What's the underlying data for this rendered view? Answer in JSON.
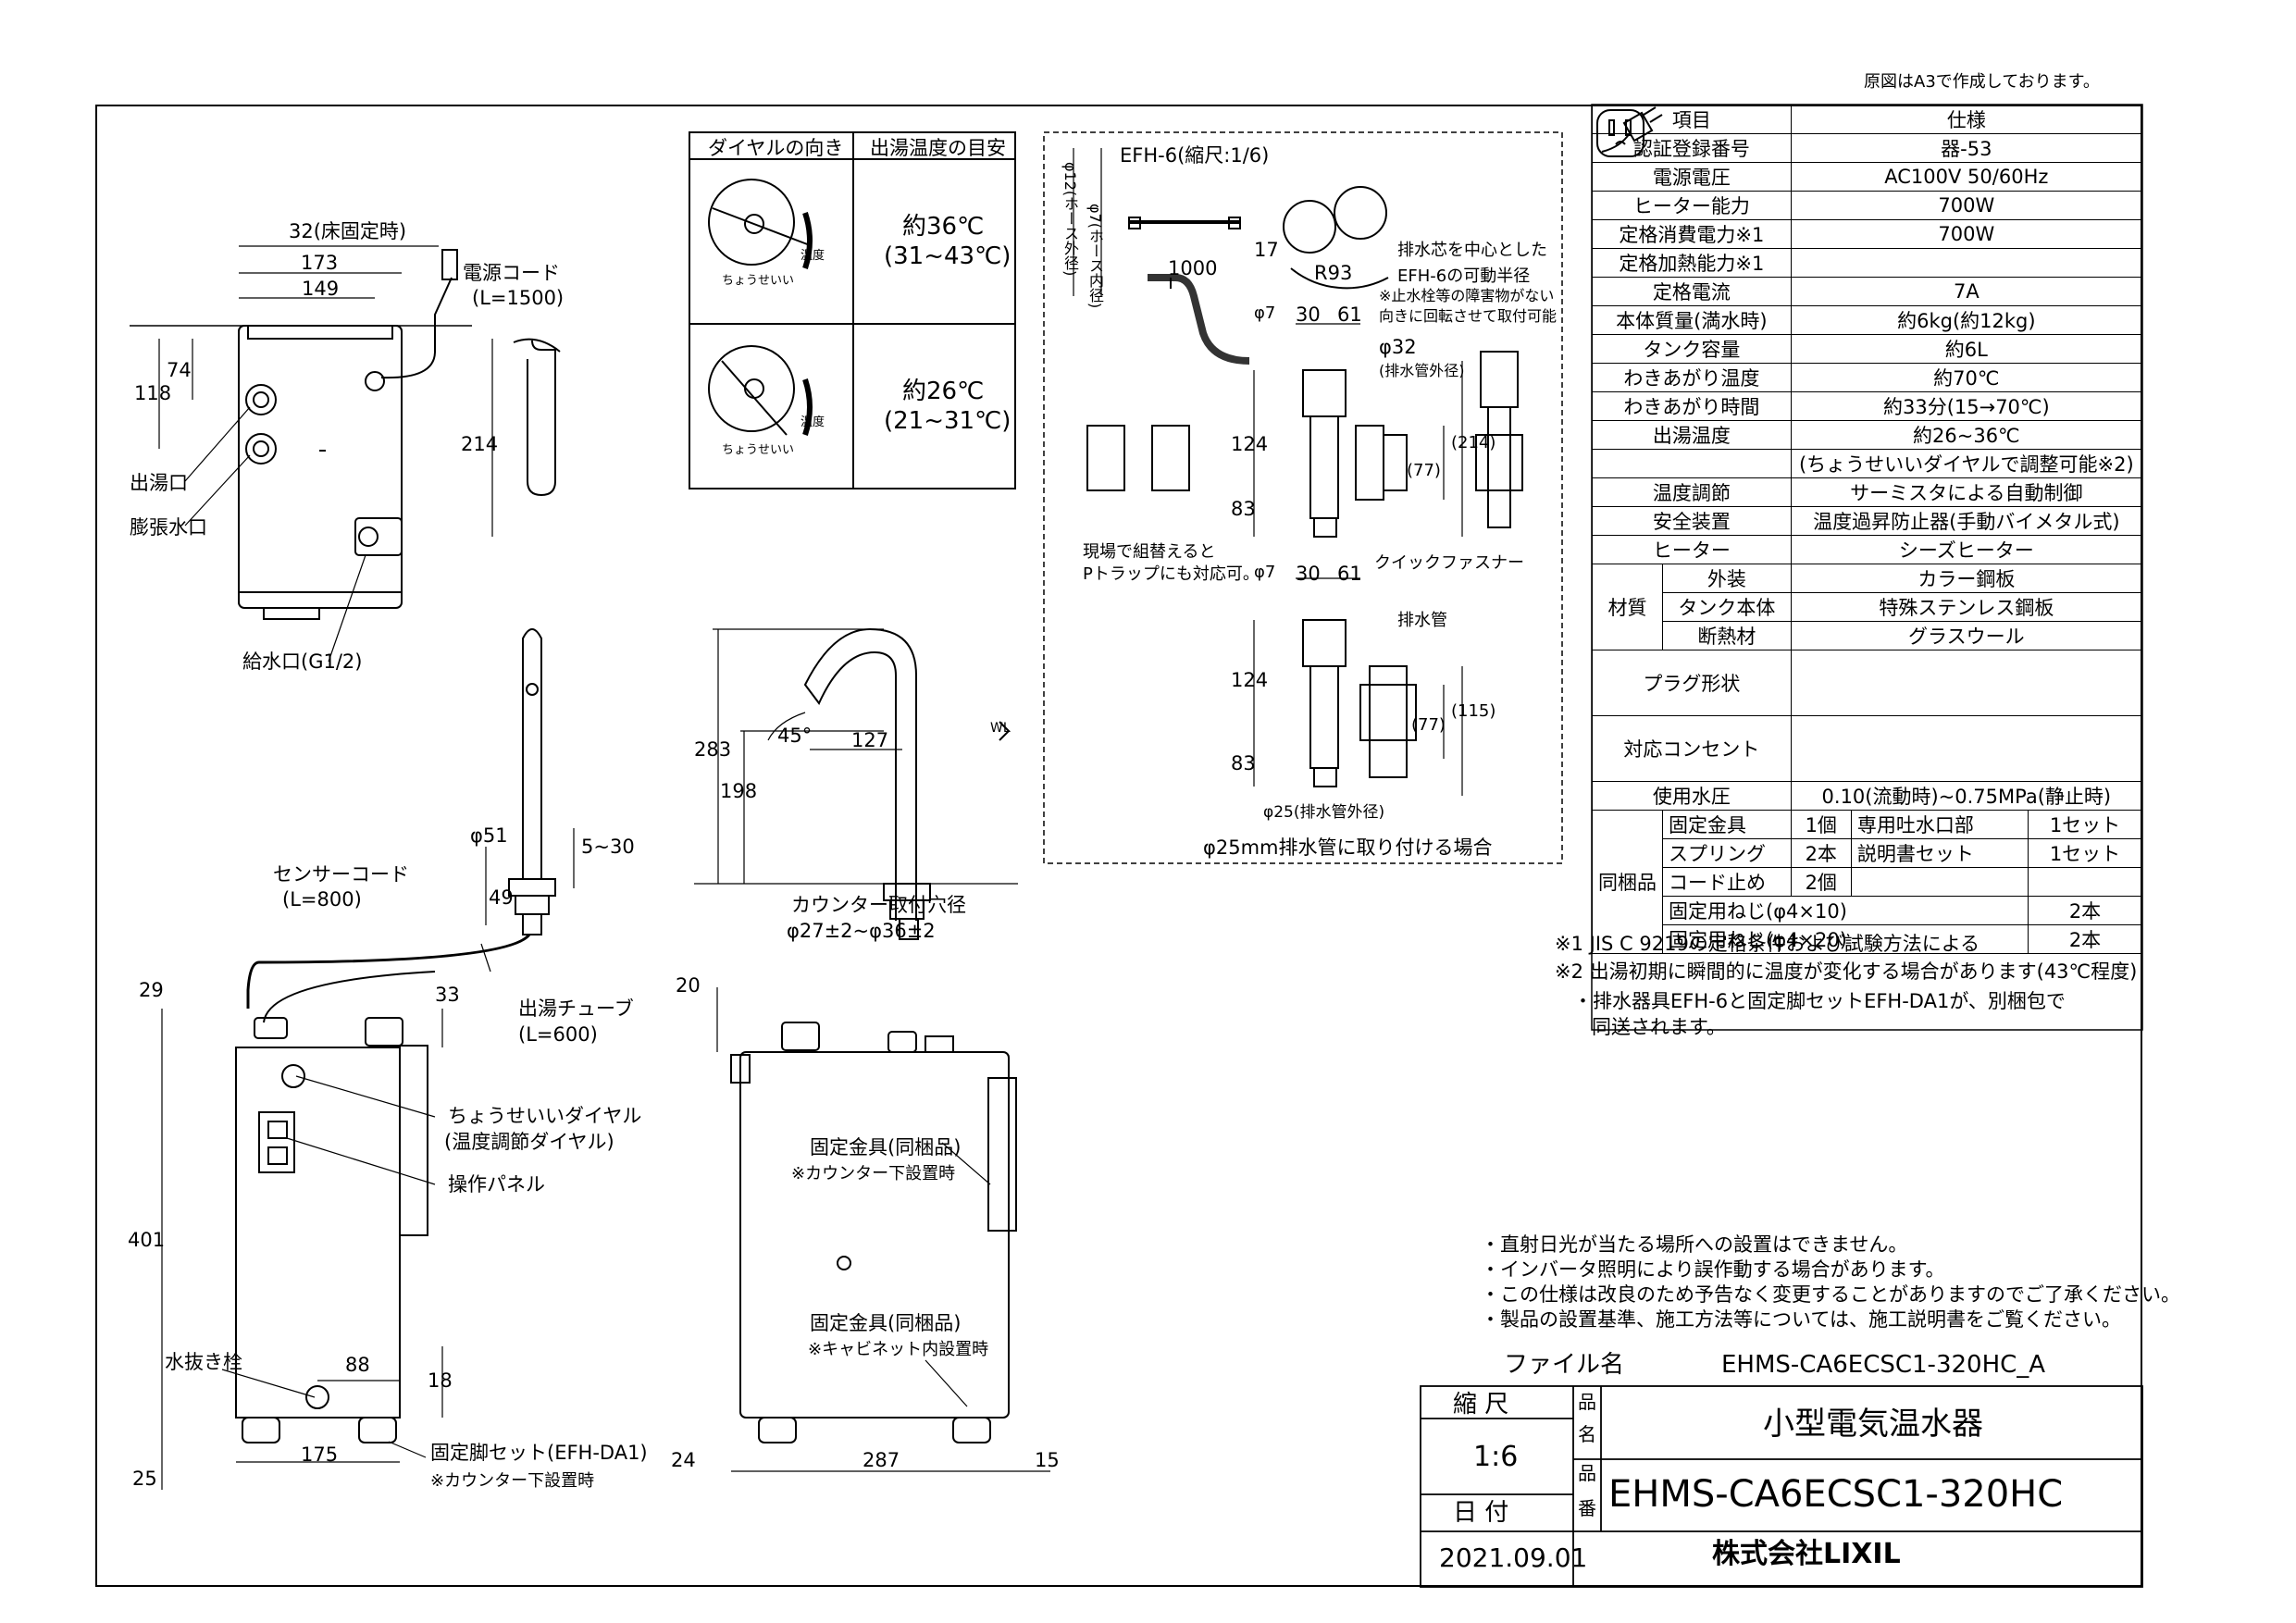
{
  "header_note": "原図はA3で作成しております。",
  "dial_table": {
    "head_dial": "ダイヤルの向き",
    "head_temp": "出湯温度の目安",
    "row1_temp": "約36℃",
    "row1_range": "(31~43℃)",
    "row2_temp": "約26℃",
    "row2_range": "(21~31℃)",
    "dial_label": "温度",
    "dial_marks": "ちょうせいい",
    "dial_marks2": "ちょうせいい"
  },
  "left_view": {
    "dim_32": "32(床固定時)",
    "dim_173": "173",
    "dim_149": "149",
    "dim_118": "118",
    "dim_74": "74",
    "dim_214": "214",
    "power_cord": "電源コード",
    "power_cord_len": "(L=1500)",
    "outlet": "出湯口",
    "expansion": "膨張水口",
    "inlet": "給水口(G1/2)"
  },
  "faucet_left": {
    "dim_51": "φ51",
    "dim_5_30": "5~30",
    "dim_49": "49",
    "sensor_cord": "センサーコード",
    "sensor_cord_len": "(L=800)",
    "dim_29": "29",
    "dim_33": "33",
    "hot_tube": "出湯チューブ",
    "hot_tube_len": "(L=600)",
    "dial_label": "ちょうせいいダイヤル",
    "dial_label2": "(温度調節ダイヤル)",
    "panel": "操作パネル",
    "dim_401": "401",
    "drain_cock": "水抜き栓",
    "dim_88": "88",
    "dim_18": "18",
    "dim_175": "175",
    "dim_25": "25",
    "foot_set": "固定脚セット(EFH-DA1)",
    "foot_note": "※カウンター下設置時"
  },
  "faucet_right": {
    "dim_283": "283",
    "dim_198": "198",
    "dim_45": "45°",
    "dim_127": "127",
    "wl": "WL",
    "hole": "カウンター取付穴径",
    "hole_dim": "φ27±2~φ36±2",
    "dim_20": "20",
    "bracket1": "固定金具(同梱品)",
    "bracket1_note": "※カウンター下設置時",
    "bracket2": "固定金具(同梱品)",
    "bracket2_note": "※キャビネット内設置時",
    "dim_24": "24",
    "dim_287": "287",
    "dim_15": "15"
  },
  "drain_detail": {
    "title": "EFH-6(縮尺:1/6)",
    "hose_outer": "φ12(ホース外径)",
    "hose_inner": "φ7(ホース内径)",
    "dim_17": "17",
    "dim_r93": "R93",
    "note1": "排水芯を中心とした",
    "note2": "EFH-6の可動半径",
    "note3": "※止水栓等の障害物がない",
    "note4": "向きに回転させて取付可能",
    "dim_1000": "1000",
    "dim_phi7": "φ7",
    "dim_30": "30",
    "dim_61": "61",
    "dim_32": "φ32",
    "drain_outer": "(排水管外径)",
    "dim_124": "124",
    "dim_83": "83",
    "dim_77": "(77)",
    "dim_214": "(214)",
    "quick": "クイックファスナー",
    "field1": "現場で組替えると",
    "field2": "Pトラップにも対応可。",
    "dim_phi7b": "φ7",
    "dim_30b": "30",
    "dim_61b": "61",
    "drain_pipe": "排水管",
    "dim_124b": "124",
    "dim_83b": "83",
    "dim_77b": "(77)",
    "dim_115": "(115)",
    "dim_25": "φ25(排水管外径)",
    "caption": "φ25mm排水管に取り付ける場合"
  },
  "spec": {
    "rows": [
      {
        "k": "項目",
        "v": "仕様"
      },
      {
        "k": "認証登録番号",
        "v": "器-53"
      },
      {
        "k": "電源電圧",
        "v": "AC100V 50/60Hz"
      },
      {
        "k": "ヒーター能力",
        "v": "700W"
      },
      {
        "k": "定格消費電力※1",
        "v": "700W"
      },
      {
        "k": "定格加熱能力※1",
        "v": ""
      },
      {
        "k": "定格電流",
        "v": "7A"
      },
      {
        "k": "本体質量(満水時)",
        "v": "約6kg(約12kg)"
      },
      {
        "k": "タンク容量",
        "v": "約6L"
      },
      {
        "k": "わきあがり温度",
        "v": "約70℃"
      },
      {
        "k": "わきあがり時間",
        "v": "約33分(15→70℃)"
      },
      {
        "k": "出湯温度",
        "v": "約26~36℃"
      },
      {
        "k": "",
        "v": "(ちょうせいいダイヤルで調整可能※2)"
      },
      {
        "k": "温度調節",
        "v": "サーミスタによる自動制御"
      },
      {
        "k": "安全装置",
        "v": "温度過昇防止器(手動バイメタル式)"
      },
      {
        "k": "ヒーター",
        "v": "シーズヒーター"
      }
    ],
    "material_label": "材質",
    "materials": [
      {
        "k": "外装",
        "v": "カラー鋼板"
      },
      {
        "k": "タンク本体",
        "v": "特殊ステンレス鋼板"
      },
      {
        "k": "断熱材",
        "v": "グラスウール"
      }
    ],
    "plug": "プラグ形状",
    "outlet": "対応コンセント",
    "pressure_k": "使用水圧",
    "pressure_v": "0.10(流動時)~0.75MPa(静止時)",
    "bundle_label": "同梱品",
    "bundle": [
      {
        "a": "固定金具",
        "b": "1個",
        "c": "専用吐水口部",
        "d": "1セット"
      },
      {
        "a": "スプリング",
        "b": "2本",
        "c": "説明書セット",
        "d": "1セット"
      },
      {
        "a": "コード止め",
        "b": "2個",
        "c": "",
        "d": ""
      },
      {
        "a": "固定用ねじ(φ4×10)",
        "b": "",
        "c": "",
        "d": "2本"
      },
      {
        "a": "固定用ねじ(φ4×20)",
        "b": "",
        "c": "",
        "d": "2本"
      }
    ]
  },
  "notes": {
    "n1": "※1 JIS C 9219の定格条件および試験方法による",
    "n2": "※2 出湯初期に瞬間的に温度が変化する場合があります(43℃程度)",
    "n3": "・排水器具EFH-6と固定脚セットEFH-DA1が、別梱包で",
    "n4": "同送されます。"
  },
  "cautions": [
    "・直射日光が当たる場所への設置はできません。",
    "・インバータ照明により誤作動する場合があります。",
    "・この仕様は改良のため予告なく変更することがありますのでご了承ください。",
    "・製品の設置基準、施工方法等については、施工説明書をご覧ください。"
  ],
  "title_block": {
    "file_label": "ファイル名",
    "file_name": "EHMS-CA6ECSC1-320HC_A",
    "scale_label": "縮 尺",
    "scale": "1:6",
    "date_label": "日 付",
    "date": "2021.09.01",
    "product_name_label1": "品",
    "product_name_label2": "名",
    "product_name": "小型電気温水器",
    "product_no_label1": "品",
    "product_no_label2": "番",
    "product_no": "EHMS-CA6ECSC1-320HC",
    "company": "株式会社LIXIL"
  }
}
